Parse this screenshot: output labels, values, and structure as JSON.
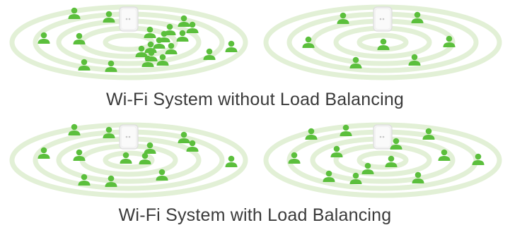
{
  "captions": {
    "top": "Wi-Fi System without Load Balancing",
    "bottom": "Wi-Fi System with Load Balancing"
  },
  "colors": {
    "ring": "#e2f0d6",
    "user": "#5bbf3c",
    "router_body": "#f2f2f2",
    "router_edge": "#dddddd",
    "caption": "#3a3a3a"
  },
  "icons": {
    "router": "wifi-router-icon",
    "user": "user-icon"
  },
  "scenes": [
    {
      "name": "unbalanced-left",
      "panel": "top-left",
      "clients": 21
    },
    {
      "name": "unbalanced-right",
      "panel": "top-right",
      "clients": 7
    },
    {
      "name": "balanced-left",
      "panel": "bottom-left",
      "clients": 13
    },
    {
      "name": "balanced-right",
      "panel": "bottom-right",
      "clients": 13
    }
  ]
}
